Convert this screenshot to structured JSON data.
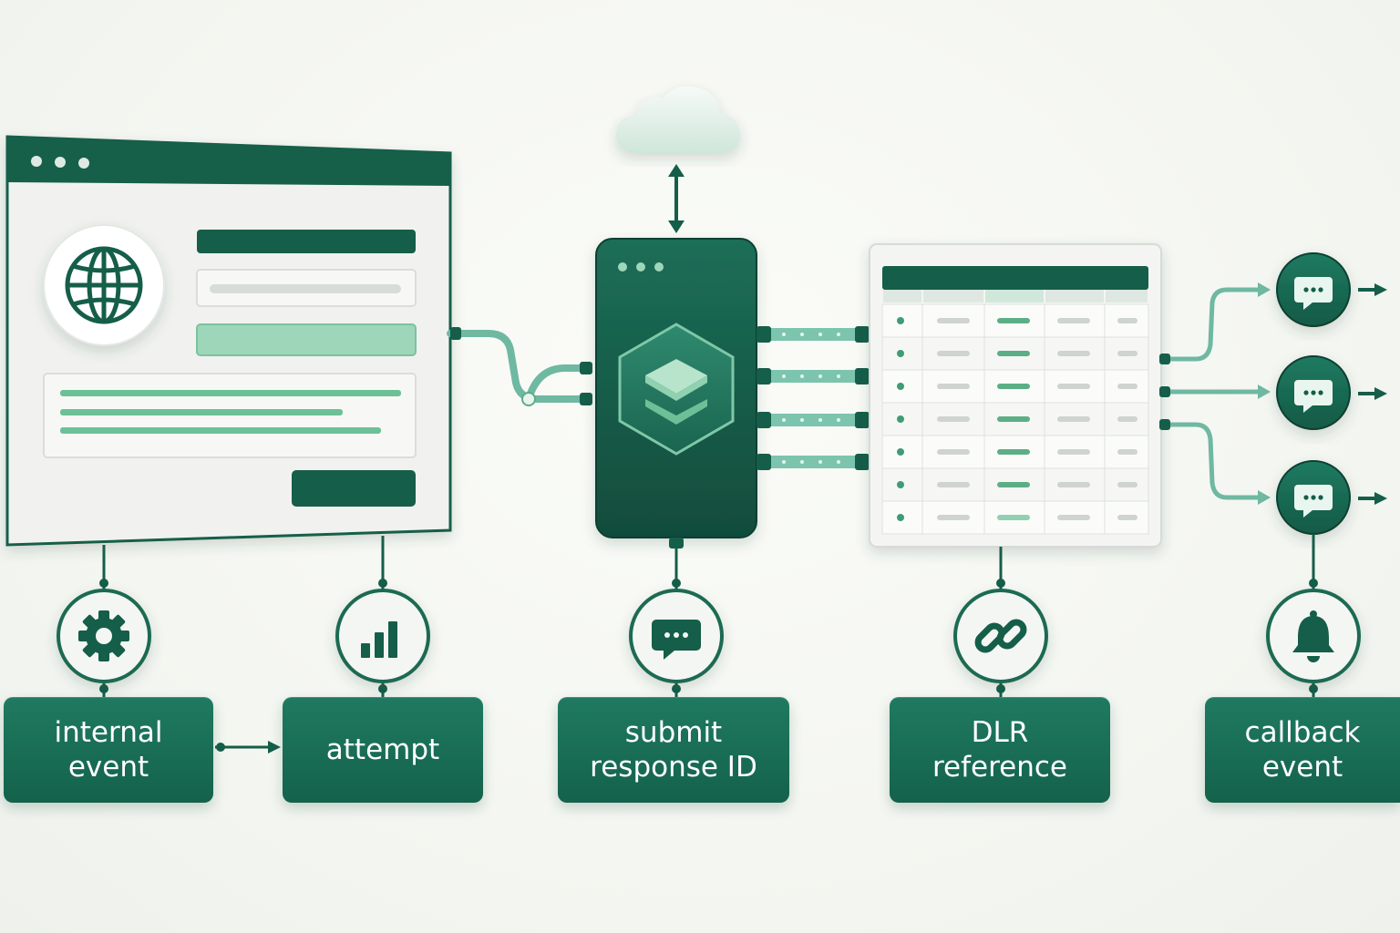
{
  "labels": {
    "internal_event": "internal\nevent",
    "attempt": "attempt",
    "submit_response_id": "submit\nresponse ID",
    "dlr_reference": "DLR\nreference",
    "callback_event": "callback\nevent"
  },
  "icons": {
    "browser_panel": "globe-icon",
    "internal_event": "gear-icon",
    "attempt": "bar-chart-icon",
    "gateway": "layers-icon",
    "cloud": "cloud-icon",
    "submit_response_id": "chat-bubble-icon",
    "dlr_reference": "link-icon",
    "callback_event": "bell-icon",
    "outputs": [
      "chat-bubble-icon",
      "chat-bubble-icon",
      "chat-bubble-icon"
    ]
  },
  "colors": {
    "primary": "#14624b",
    "primary_dark": "#0f4f3d",
    "accent_light": "#9dd6b8",
    "accent_mid": "#5cae86",
    "connector": "#6fb8a2",
    "panel_bg": "#f1f2ef"
  },
  "table": {
    "rows": 7,
    "columns": 5
  }
}
